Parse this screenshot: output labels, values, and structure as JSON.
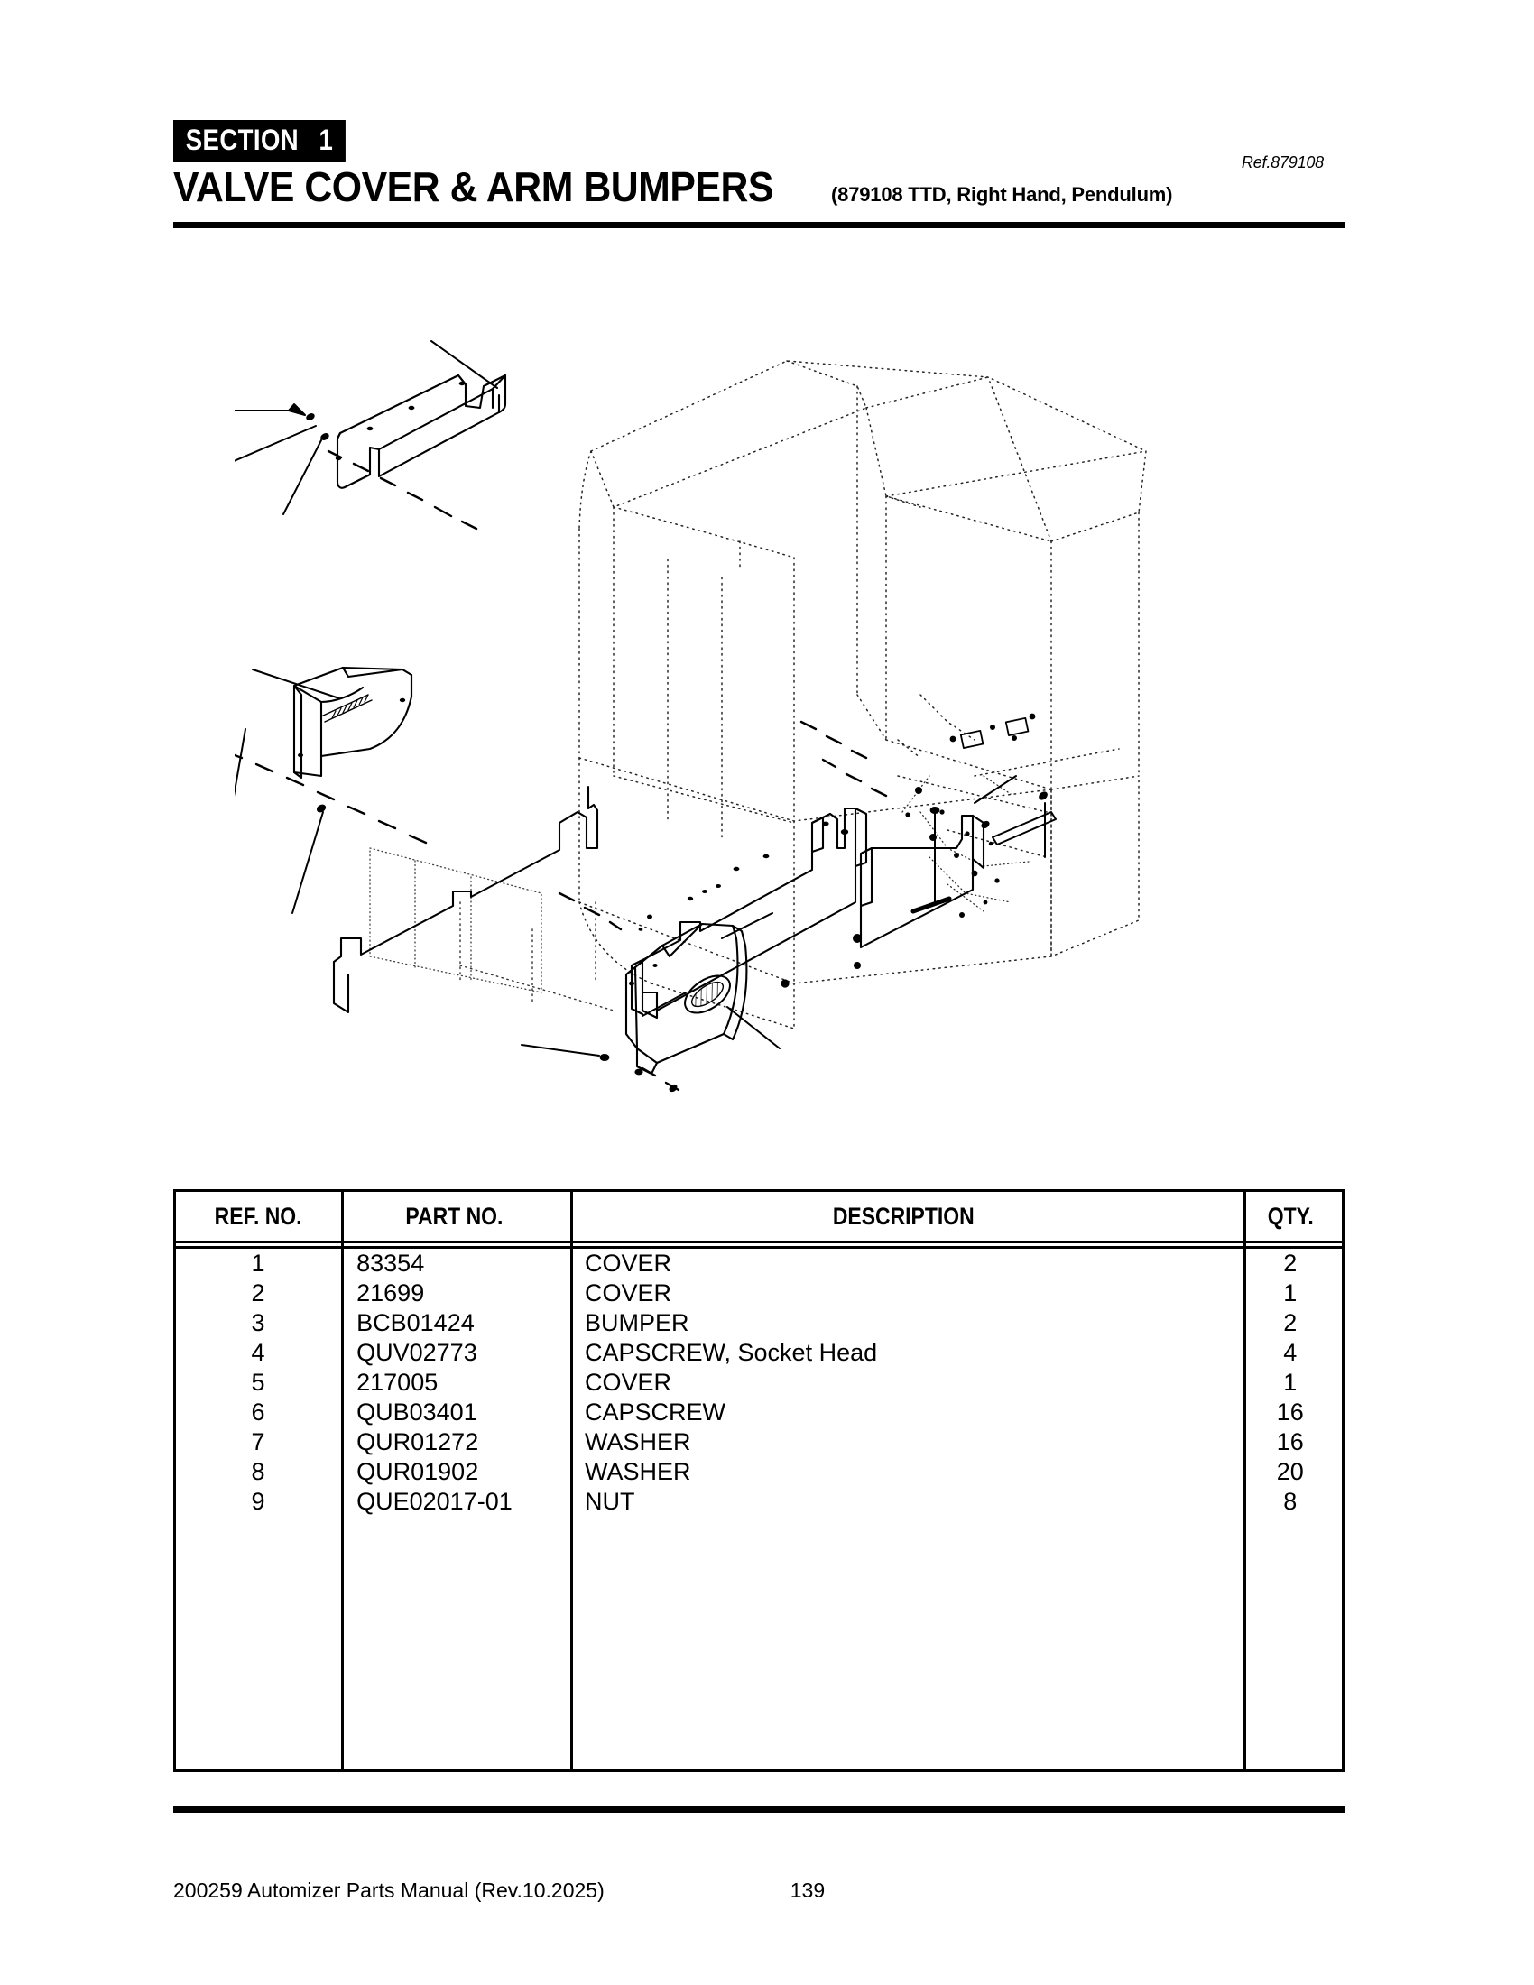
{
  "header": {
    "section_label": "SECTION",
    "section_number": "1",
    "title": "VALVE COVER & ARM BUMPERS",
    "subtitle": "(879108 TTD, Right Hand, Pendulum)",
    "ref_code": "Ref.879108"
  },
  "diagram": {
    "alt": "Exploded isometric assembly drawing of valve cover and arm bumpers"
  },
  "table": {
    "columns": {
      "ref": "REF. NO.",
      "part": "PART NO.",
      "description": "DESCRIPTION",
      "qty": "QTY."
    },
    "rows": [
      {
        "ref": "1",
        "part": "83354",
        "description": "COVER",
        "qty": "2"
      },
      {
        "ref": "2",
        "part": "21699",
        "description": "COVER",
        "qty": "1"
      },
      {
        "ref": "3",
        "part": "BCB01424",
        "description": "BUMPER",
        "qty": "2"
      },
      {
        "ref": "4",
        "part": "QUV02773",
        "description": "CAPSCREW, Socket Head",
        "qty": "4"
      },
      {
        "ref": "5",
        "part": "217005",
        "description": "COVER",
        "qty": "1"
      },
      {
        "ref": "6",
        "part": "QUB03401",
        "description": "CAPSCREW",
        "qty": "16"
      },
      {
        "ref": "7",
        "part": "QUR01272",
        "description": "WASHER",
        "qty": "16"
      },
      {
        "ref": "8",
        "part": "QUR01902",
        "description": "WASHER",
        "qty": "20"
      },
      {
        "ref": "9",
        "part": "QUE02017-01",
        "description": "NUT",
        "qty": "8"
      }
    ]
  },
  "footer": {
    "document": "200259 Automizer Parts Manual (Rev.10.2025)",
    "page_number": "139"
  }
}
